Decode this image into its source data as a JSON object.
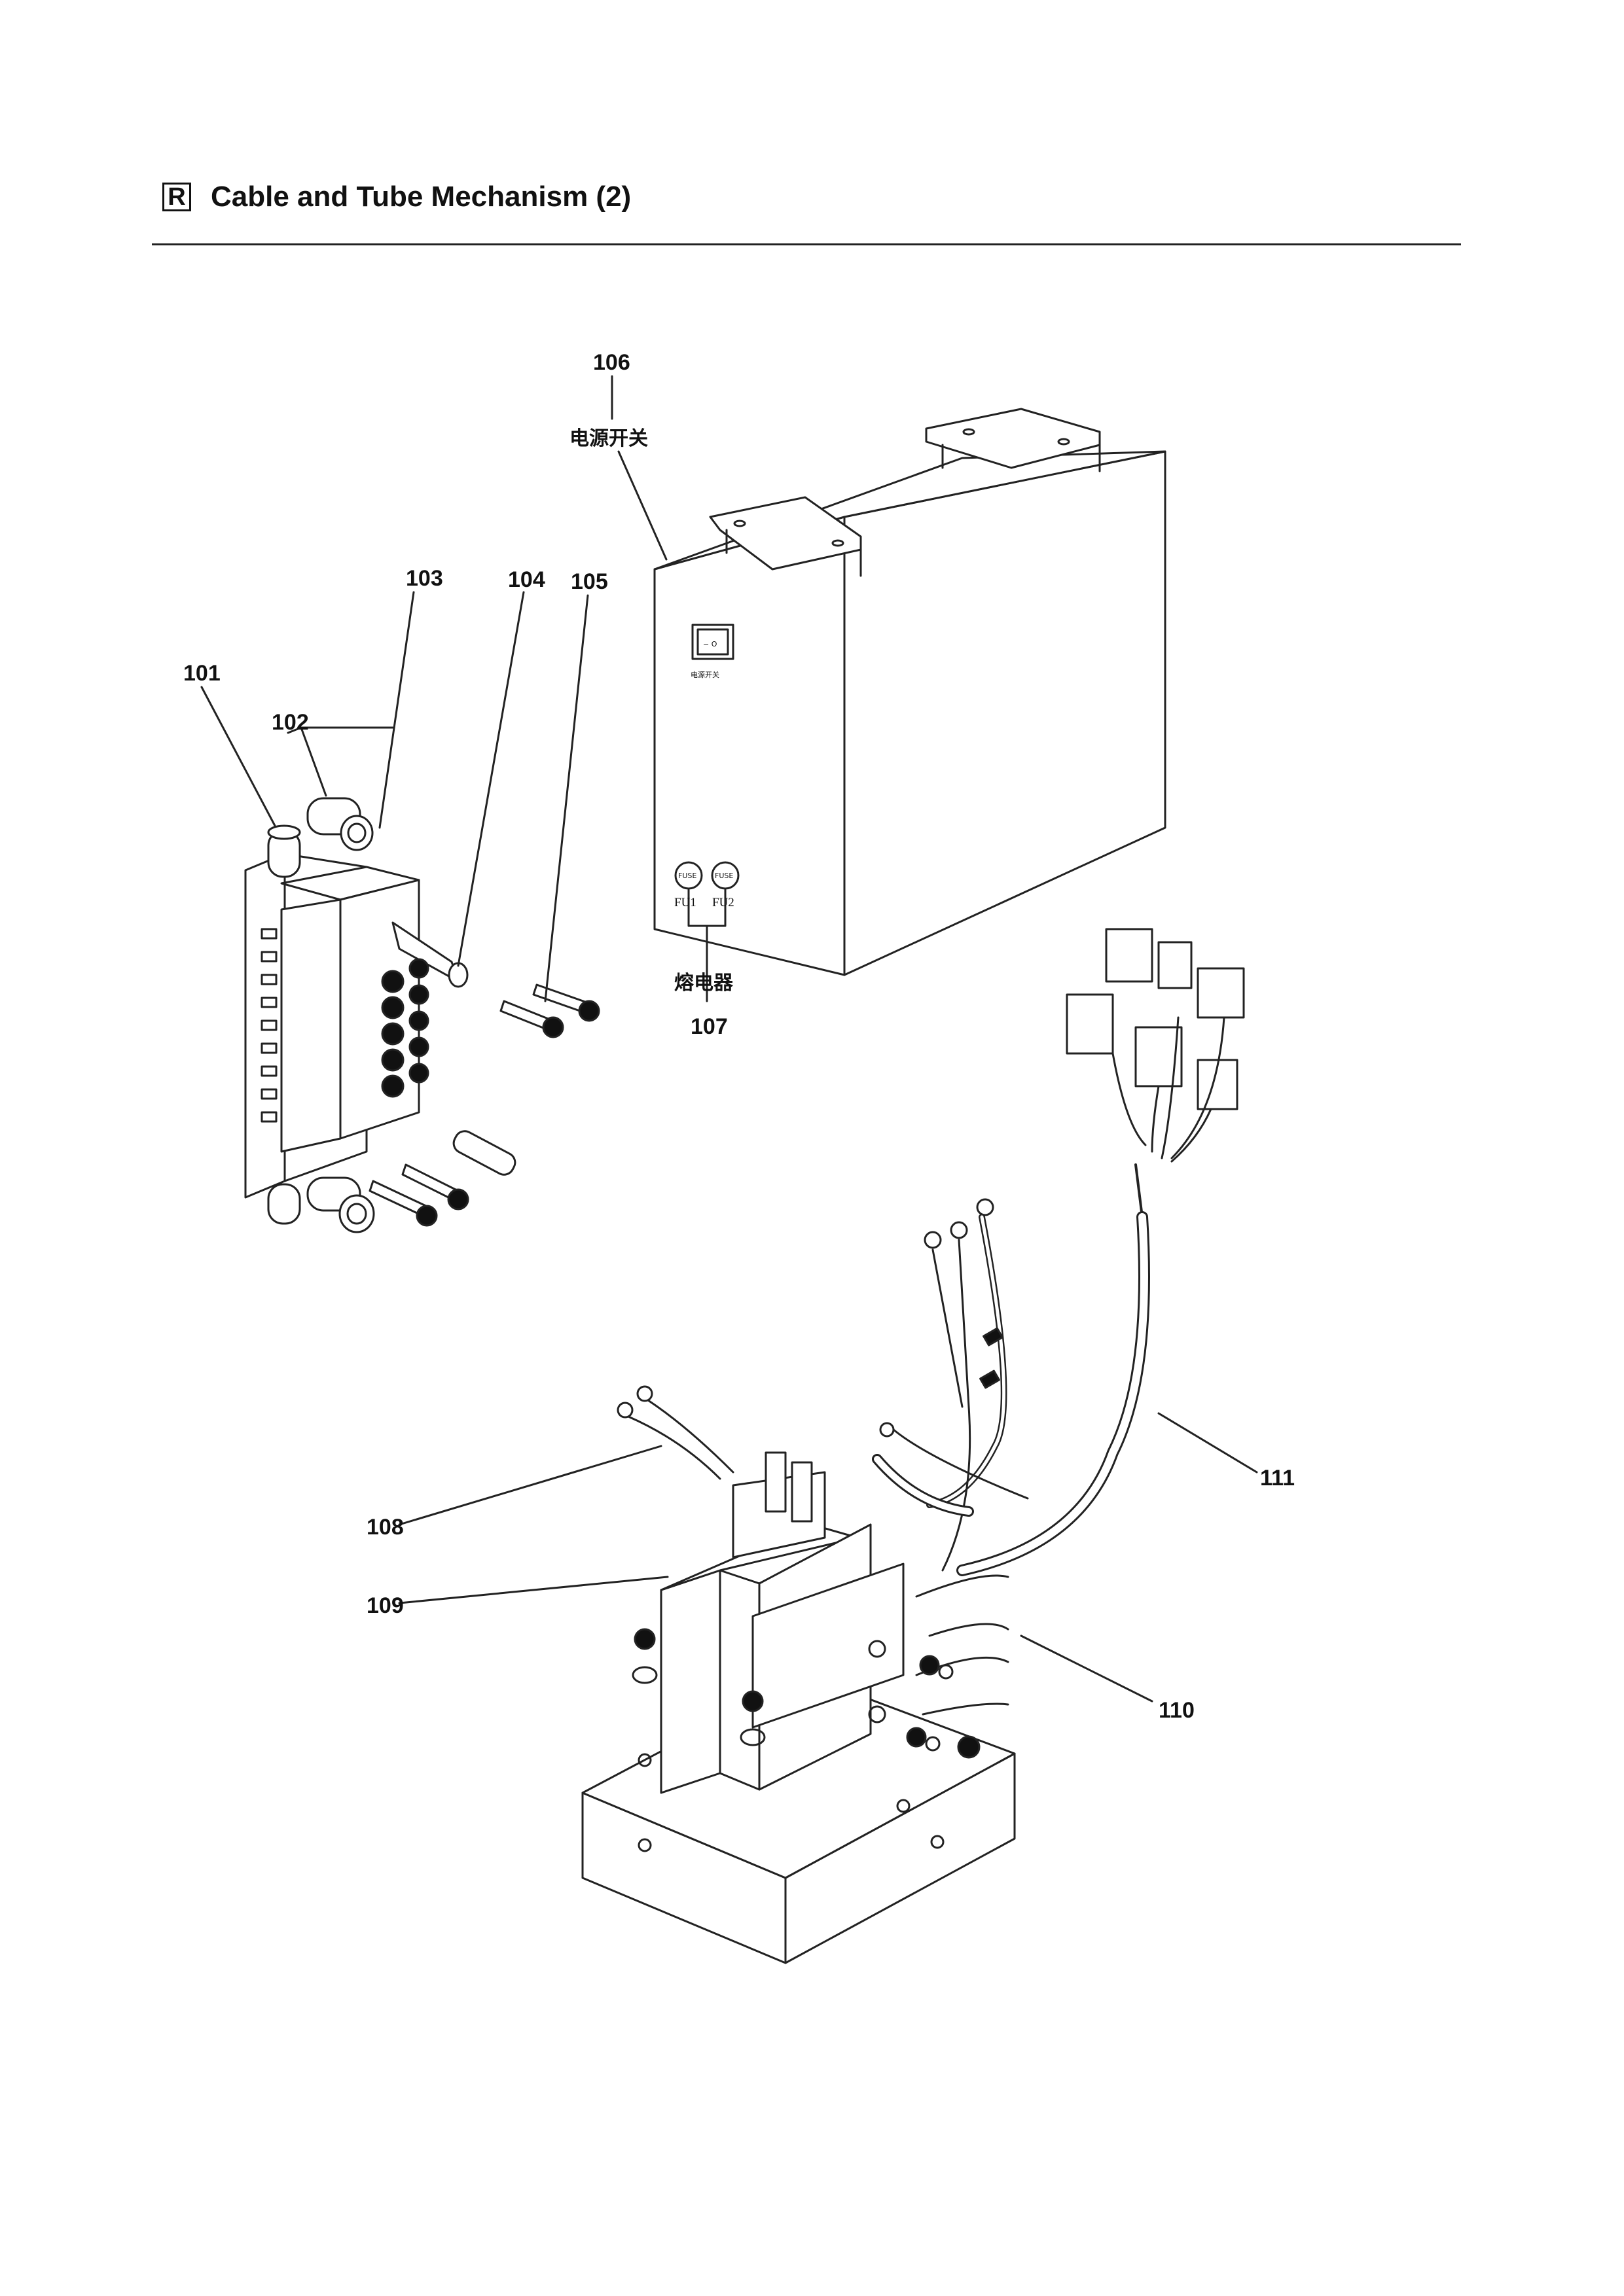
{
  "header": {
    "section_letter": "R",
    "title": "Cable and Tube Mechanism (2)"
  },
  "callouts": {
    "p101": "101",
    "p102": "102",
    "p103": "103",
    "p104": "104",
    "p105": "105",
    "p106": "106",
    "p107": "107",
    "p108": "108",
    "p109": "109",
    "p110": "110",
    "p111": "111"
  },
  "labels": {
    "power_switch_cn": "电源开关",
    "fuse_cn": "熔电器",
    "switch_panel_text": "电源开关",
    "switch_face": "− O",
    "fuse_badge": "FUSE",
    "fu1": "FU1",
    "fu2": "FU2"
  }
}
